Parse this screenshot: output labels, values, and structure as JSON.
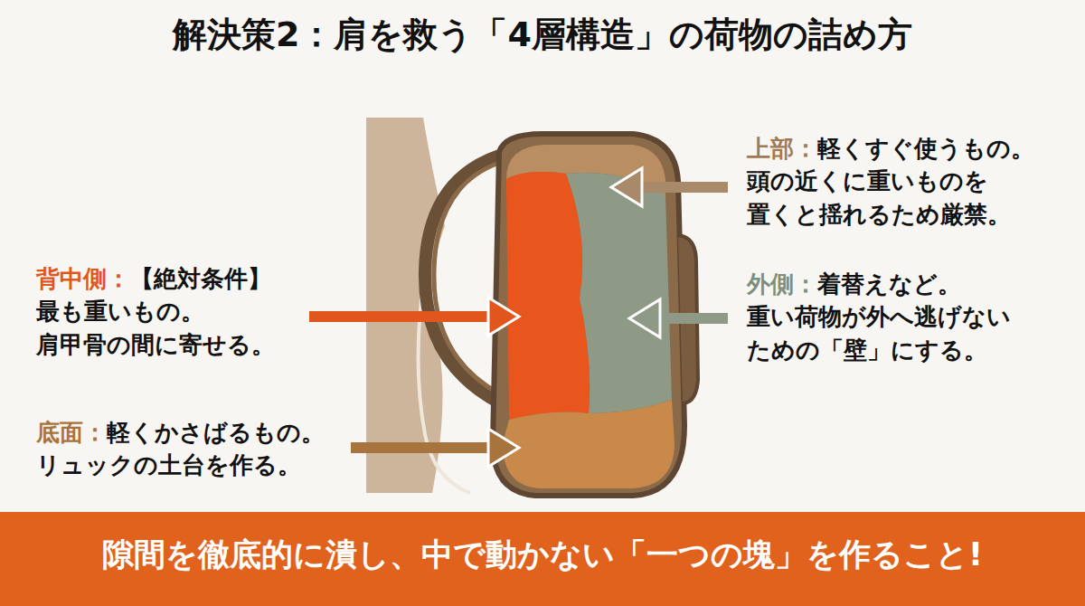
{
  "diagram": {
    "title": "解決策2：肩を救う「4層構造」の荷物の詰め方",
    "caption": "隙間を徹底的に潰し、中で動かない「一つの塊」を作ること!",
    "labels": [
      "上部：",
      "軽くすぐ使うもの。 頭の近くに重いものを 置くと揺れるため厳禁。",
      "外側：",
      "着替えなど。 重い荷物が外へ逃げない ための「壁」にする。",
      "背中側：",
      "【絶対条件】 最も重いもの。 肩甲骨の間に寄せる。",
      "底面：",
      "軽くかさばるもの。 リュックの土台を作る。"
    ]
  }
}
